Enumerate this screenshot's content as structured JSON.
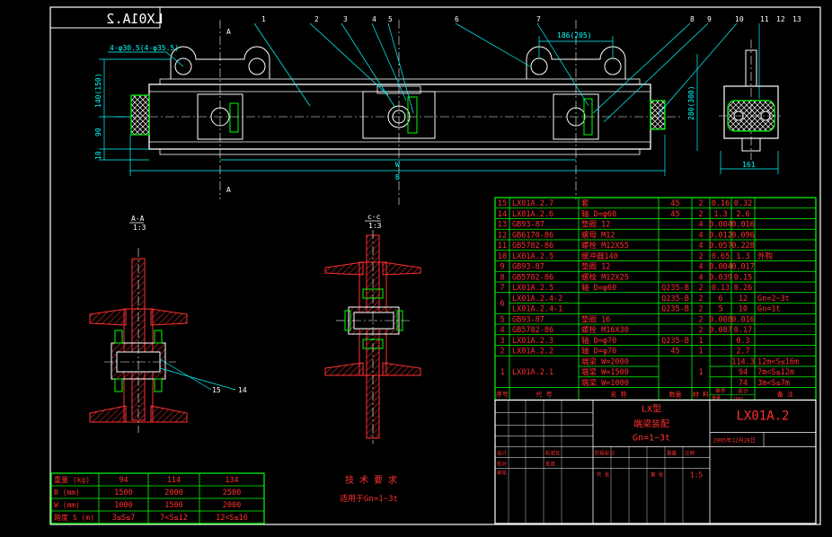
{
  "colors": {
    "background": "#000000",
    "frame": "#ffffff",
    "table": "#00ff00",
    "text_red": "#ff3030",
    "text_yellow": "#ffff00",
    "dimension": "#00ffff",
    "part_outline": "#ffffff",
    "hatch": "#ff3030",
    "centerline": "#ffffff"
  },
  "header": {
    "mirrored_code": "LX01A.2"
  },
  "balloons": [
    "1",
    "2",
    "3",
    "4",
    "5",
    "6",
    "7",
    "8",
    "9",
    "10",
    "11",
    "12",
    "13"
  ],
  "dimensions": {
    "hole": "4-φ30.5(4-φ35.5)",
    "pitch": "186(205)",
    "height_140": "140(150)",
    "d90": "90",
    "d10": "10",
    "right_height": "280(300)",
    "width_161": "161",
    "w": "W",
    "b": "B"
  },
  "section_marks": {
    "a": "A",
    "aa_title": "A-A",
    "aa_scale": "1:3",
    "cc_title": "c-c",
    "cc_scale": "1:3",
    "callout_15": "15",
    "callout_14": "14"
  },
  "parts_table": {
    "rows": [
      [
        "15",
        "LX01A.2.7",
        "套",
        "45",
        "2",
        "0.16",
        "0.32",
        ""
      ],
      [
        "14",
        "LX01A.2.6",
        "轴 D=φ60",
        "45",
        "2",
        "1.3",
        "2.6",
        ""
      ],
      [
        "13",
        "GB93-87",
        "垫圈 12",
        "",
        "4",
        "0.004",
        "0.016",
        ""
      ],
      [
        "12",
        "GB6170-86",
        "螺母 M12",
        "",
        "4",
        "0.012",
        "0.096",
        ""
      ],
      [
        "11",
        "GB5782-86",
        "螺栓 M12X55",
        "",
        "4",
        "0.057",
        "0.228",
        ""
      ],
      [
        "10",
        "LX01A.2.5",
        "缓冲器140",
        "",
        "2",
        "0.65",
        "1.3",
        "外购"
      ],
      [
        "9",
        "GB93-87",
        "垫圈 12",
        "",
        "4",
        "0.004",
        "0.017",
        ""
      ],
      [
        "8",
        "GB5782-86",
        "螺栓 M12X25",
        "",
        "4",
        "0.039",
        "0.15",
        ""
      ],
      [
        "7",
        "LX01A.2.5",
        "轴 D=φ60",
        "Q235-B",
        "2",
        "0.13",
        "0.26",
        ""
      ],
      [
        "6a",
        "LX01A.2.4-2",
        "",
        "Q235-B",
        "2",
        "6",
        "12",
        "Gn=2~3t"
      ],
      [
        "6b",
        "LX01A.2.4-1",
        "",
        "Q235-B",
        "2",
        "5",
        "10",
        "Gn=1t"
      ],
      [
        "5",
        "GB93-87",
        "垫圈 16",
        "",
        "2",
        "0.008",
        "0.016",
        ""
      ],
      [
        "4",
        "GB5782-86",
        "螺栓 M16X30",
        "",
        "2",
        "0.087",
        "0.17",
        ""
      ],
      [
        "3",
        "LX01A.2.3",
        "轴 D=φ70",
        "Q235-B",
        "1",
        "",
        "0.3",
        ""
      ],
      [
        "2",
        "LX01A.2.2",
        "轴 D=φ70",
        "45",
        "1",
        "",
        "2.7",
        ""
      ]
    ],
    "row1": {
      "num": "1",
      "code": "LX01A.2.1",
      "names": [
        "端梁 W=2000",
        "端梁 W=1500",
        "端梁 W=1000"
      ],
      "qty": "1",
      "weights": [
        "114.3",
        "94",
        "74"
      ],
      "notes": [
        "12m<S≤16m",
        "7m<S≤12m",
        "3m<S≤7m"
      ]
    },
    "header": [
      "序号",
      "代   号",
      "名   称",
      "数量",
      "材   料",
      "单件",
      "总计",
      "备   注"
    ],
    "weight_label": "重量",
    "weight_unit": "(kg)"
  },
  "title_block": {
    "product": "LX型",
    "name": "端梁装配",
    "capacity": "Gn=1~3t",
    "drawing_no": "LX01A.2",
    "date": "2005年12月28日",
    "scale": "1:5",
    "labels": [
      "设计",
      "校对",
      "审核",
      "标准化",
      "批准",
      "阶段标记",
      "重量",
      "比例",
      "共 张",
      "第 张"
    ]
  },
  "spec_table": {
    "rows": [
      [
        "重量 (kg)",
        "94",
        "114",
        "134"
      ],
      [
        "B (mm)",
        "1500",
        "2000",
        "2500"
      ],
      [
        "W (mm)",
        "1000",
        "1500",
        "2000"
      ],
      [
        "跨度 S (m)",
        "3≤S≤7",
        "7<S≤12",
        "12<S≤16"
      ]
    ]
  },
  "notes": {
    "title": "技 术 要 求",
    "line1": "适用于Gn=1~3t"
  }
}
